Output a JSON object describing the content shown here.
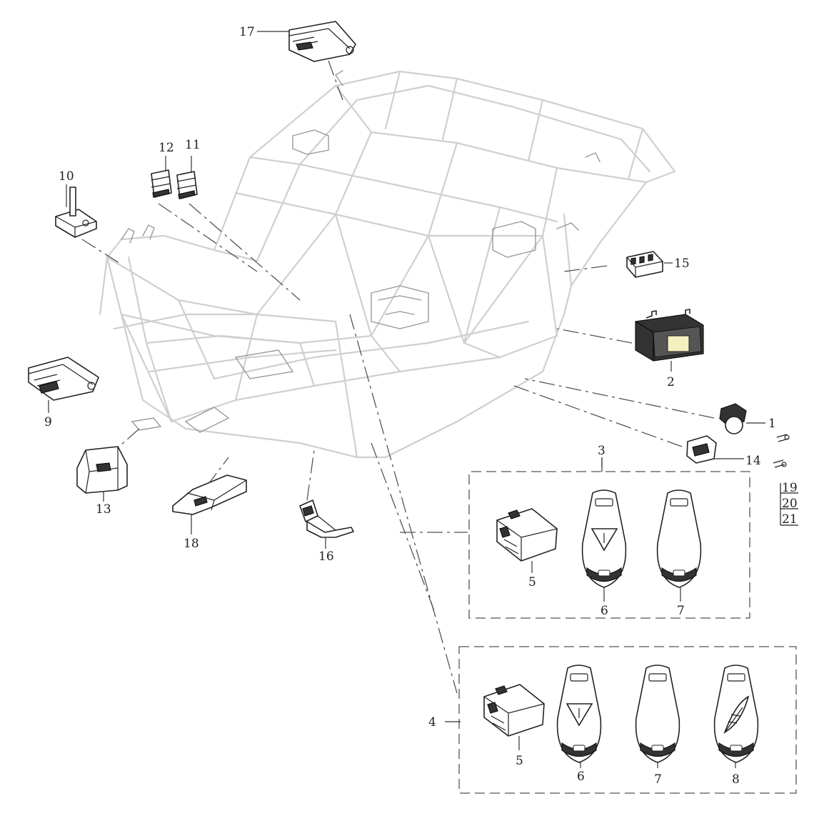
{
  "callouts": {
    "c1": "1",
    "c2": "2",
    "c3": "3",
    "c4": "4",
    "c5a": "5",
    "c6a": "6",
    "c7a": "7",
    "c5b": "5",
    "c6b": "6",
    "c7b": "7",
    "c8": "8",
    "c9": "9",
    "c10": "10",
    "c11": "11",
    "c12": "12",
    "c13": "13",
    "c14": "14",
    "c15": "15",
    "c16": "16",
    "c17": "17",
    "c18": "18",
    "c19": "19",
    "c20": "20",
    "c21": "21"
  },
  "icons": {
    "frame": "vehicle-frame-icon",
    "ecu": "control-module-icon",
    "battery": "battery-icon",
    "key_fob": "key-fob-icon"
  }
}
